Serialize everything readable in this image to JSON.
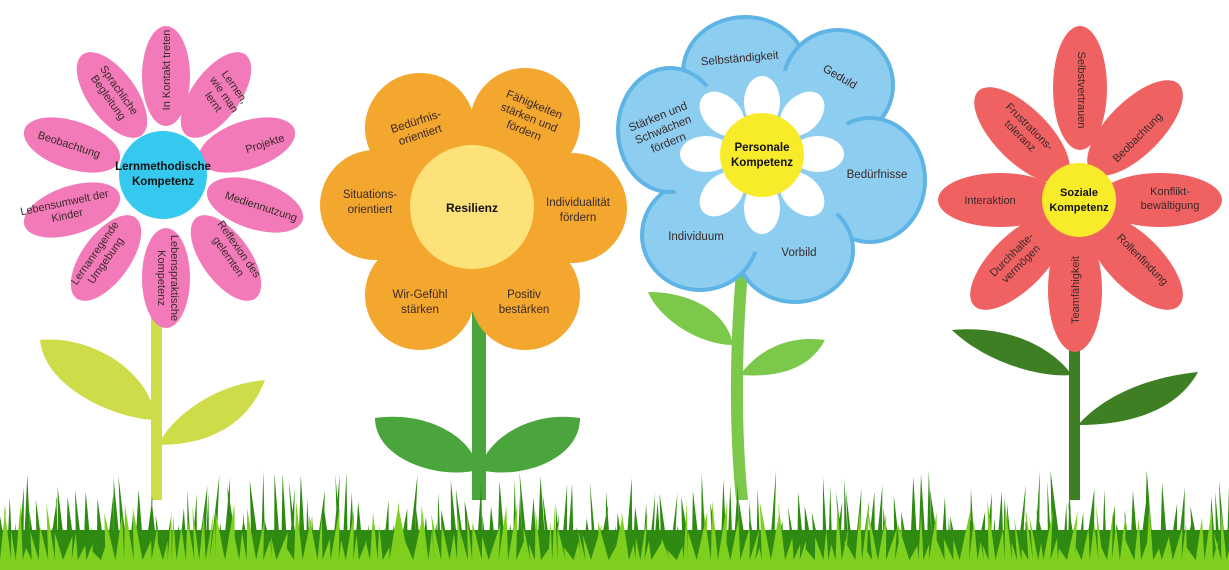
{
  "colors": {
    "grass_dark": "#2f8a12",
    "grass_light": "#7fcf1e",
    "flower1_petal": "#f27ab8",
    "flower1_center": "#35c9ef",
    "flower1_leaf": "#cfdc4a",
    "flower2_petal": "#f4a72e",
    "flower2_center": "#fde27a",
    "flower2_leaf": "#4aa63c",
    "flower3_petal": "#8ccdf0",
    "flower3_inner": "#ffffff",
    "flower3_center": "#f8ec2a",
    "flower3_leaf": "#7cc84a",
    "flower4_petal": "#f06262",
    "flower4_center": "#f8ec2a",
    "flower4_leaf": "#3d7f22"
  },
  "flowers": [
    {
      "center": [
        "Lernmethodische",
        "Kompetenz"
      ],
      "petals": [
        [
          "In Kontakt treten"
        ],
        [
          "Lernen,",
          "wie man",
          "lernt"
        ],
        [
          "Projekte"
        ],
        [
          "Mediennutzung"
        ],
        [
          "Reflexion des",
          "gelernten"
        ],
        [
          "Lebenspraktische",
          "Kompetenz"
        ],
        [
          "Lernanregende",
          "Umgebung"
        ],
        [
          "Lebensumwelt der",
          "Kinder"
        ],
        [
          "Beobachtung"
        ],
        [
          "Sprachliche",
          "Begleitung"
        ]
      ]
    },
    {
      "center": [
        "Resilienz"
      ],
      "petals": [
        [
          "Fähigkeiten",
          "stärken und",
          "fördern"
        ],
        [
          "Individualität",
          "fördern"
        ],
        [
          "Positiv",
          "bestärken"
        ],
        [
          "Wir-Gefühl",
          "stärken"
        ],
        [
          "Situations-",
          "orientiert"
        ],
        [
          "Bedürfnis-",
          "orientiert"
        ]
      ]
    },
    {
      "center": [
        "Personale",
        "Kompetenz"
      ],
      "petals": [
        [
          "Geduld"
        ],
        [
          "Bedürfnisse"
        ],
        [
          "Vorbild"
        ],
        [
          "Individuum"
        ],
        [
          "Stärken und",
          "Schwächen",
          "fördern"
        ],
        [
          "Selbständigkeit"
        ]
      ]
    },
    {
      "center": [
        "Soziale",
        "Kompetenz"
      ],
      "petals": [
        [
          "Selbstvertrauen"
        ],
        [
          "Beobachtung"
        ],
        [
          "Konflikt-",
          "bewältigung"
        ],
        [
          "Rollenfindung"
        ],
        [
          "Teamfähigkeit"
        ],
        [
          "Durchhalte-",
          "vermögen"
        ],
        [
          "Interaktion"
        ],
        [
          "Frustrations-",
          "toleranz"
        ]
      ]
    }
  ]
}
